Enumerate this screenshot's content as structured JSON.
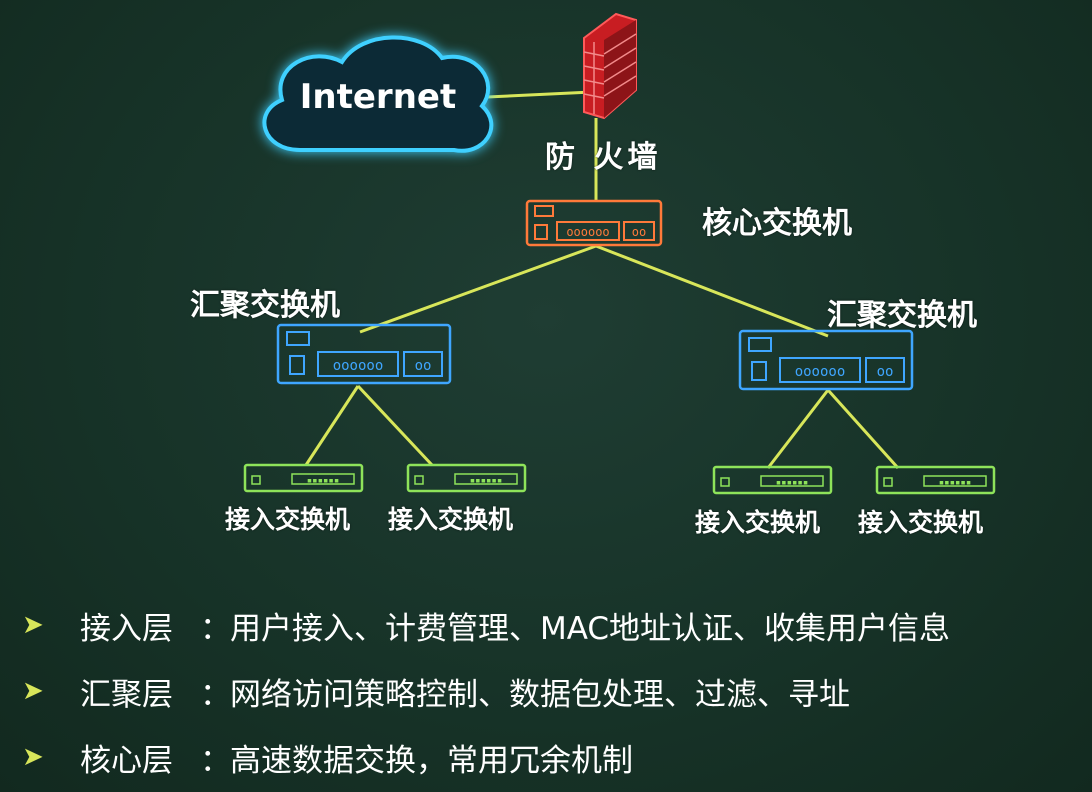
{
  "diagram": {
    "internet_label": "Internet",
    "firewall_label": "防 火墙",
    "core_label": "核心交换机",
    "aggregation_left_label": "汇聚交换机",
    "aggregation_right_label": "汇聚交换机",
    "access_labels": [
      "接入交换机",
      "接入交换机",
      "接入交换机",
      "接入交换机"
    ],
    "colors": {
      "background": "#173328",
      "link": "#d8e65a",
      "cloud": "#3fd0ff",
      "firewall": "#e0262a",
      "core_switch": "#ff7a3a",
      "aggregation_switch": "#3fa6ff",
      "access_switch": "#8ee35a"
    }
  },
  "bullets": [
    {
      "marker": "➤",
      "term": "接入层",
      "colon": "：",
      "desc": "用户接入、计费管理、MAC地址认证、收集用户信息"
    },
    {
      "marker": "➤",
      "term": "汇聚层",
      "colon": "：",
      "desc": "网络访问策略控制、数据包处理、过滤、寻址"
    },
    {
      "marker": "➤",
      "term": "核心层",
      "colon": "：",
      "desc": "高速数据交换，常用冗余机制"
    }
  ]
}
